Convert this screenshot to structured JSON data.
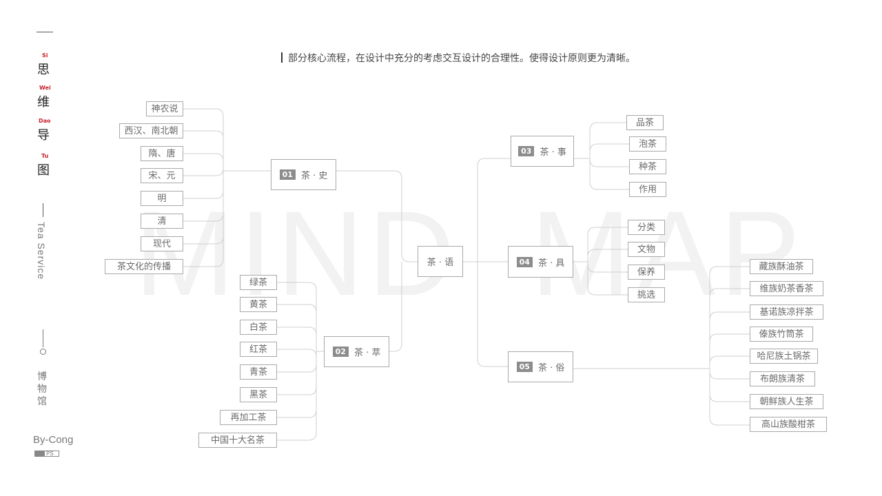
{
  "header": {
    "text": "部分核心流程，在设计中充分的考虑交互设计的合理性。使得设计原则更为清晰。"
  },
  "watermark": {
    "left": "MIND",
    "right": "MAP"
  },
  "sidebar": {
    "chars": [
      {
        "pinyin": "Si",
        "glyph": "思"
      },
      {
        "pinyin": "Wei",
        "glyph": "维"
      },
      {
        "pinyin": "Dao",
        "glyph": "导"
      },
      {
        "pinyin": "Tu",
        "glyph": "图"
      }
    ],
    "vertical_en": "Tea Service",
    "vertical_cn": "博物馆",
    "author": "By-Cong",
    "tag": "PS"
  },
  "center": {
    "label": "茶 · 语"
  },
  "branches": {
    "b1": {
      "num": "01",
      "label": "茶 · 史"
    },
    "b2": {
      "num": "02",
      "label": "茶 · 萃"
    },
    "b3": {
      "num": "03",
      "label": "茶 · 事"
    },
    "b4": {
      "num": "04",
      "label": "茶 · 具"
    },
    "b5": {
      "num": "05",
      "label": "茶 · 俗"
    }
  },
  "leaves": {
    "b1": [
      "神农说",
      "西汉、南北朝",
      "隋、唐",
      "宋、元",
      "明",
      "清",
      "现代",
      "茶文化的传播"
    ],
    "b2": [
      "绿茶",
      "黄茶",
      "白茶",
      "红茶",
      "青茶",
      "黑茶",
      "再加工茶",
      "中国十大名茶"
    ],
    "b3": [
      "品茶",
      "泡茶",
      "种茶",
      "作用"
    ],
    "b4": [
      "分类",
      "文物",
      "保养",
      "挑选"
    ],
    "b5": [
      "藏族酥油茶",
      "维族奶茶香茶",
      "基诺族凉拌茶",
      "傣族竹筒茶",
      "哈尼族土锅茶",
      "布朗族清茶",
      "朝鲜族人生茶",
      "高山族酸柑茶"
    ]
  }
}
